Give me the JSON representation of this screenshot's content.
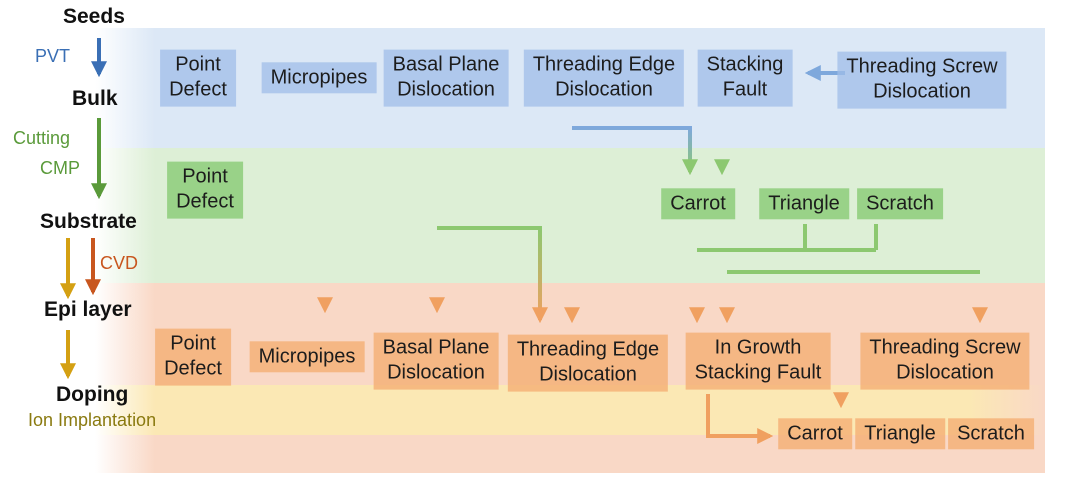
{
  "stages": {
    "seeds": "Seeds",
    "bulk": "Bulk",
    "substrate": "Substrate",
    "epi": "Epi layer",
    "doping": "Doping"
  },
  "processes": {
    "pvt": "PVT",
    "cutting": "Cutting",
    "cmp": "CMP",
    "cvd": "CVD",
    "ion": "Ion Implantation"
  },
  "bulk_defects": {
    "point_defect": [
      "Point",
      "Defect"
    ],
    "micropipes": "Micropipes",
    "basal_plane": [
      "Basal Plane",
      "Dislocation"
    ],
    "threading_edge": [
      "Threading Edge",
      "Dislocation"
    ],
    "stacking_fault": [
      "Stacking",
      "Fault"
    ],
    "threading_screw": [
      "Threading Screw",
      "Dislocation"
    ]
  },
  "substrate_defects": {
    "point_defect": [
      "Point",
      "Defect"
    ],
    "carrot": "Carrot",
    "triangle": "Triangle",
    "scratch": "Scratch"
  },
  "epi_defects": {
    "point_defect": [
      "Point",
      "Defect"
    ],
    "micropipes": "Micropipes",
    "basal_plane": [
      "Basal Plane",
      "Dislocation"
    ],
    "threading_edge": [
      "Threading Edge",
      "Dislocation"
    ],
    "in_growth_sf": [
      "In Growth",
      "Stacking Fault"
    ],
    "threading_screw": [
      "Threading Screw",
      "Dislocation"
    ]
  },
  "epi_surface_defects": {
    "carrot": "Carrot",
    "triangle": "Triangle",
    "scratch": "Scratch"
  },
  "colors": {
    "bulk_band": "#dce8f6",
    "substrate_band": "#ddefd6",
    "epi_band": "#f9d8c6",
    "doping_band": "#fbe8b4",
    "blue_arrow": "#7ea8dc",
    "green_arrow": "#8cc870",
    "orange_arrow": "#f0a060",
    "pvt": "#3a6fb5",
    "cutting_cmp": "#5a9a3a",
    "cvd": "#c8561e",
    "doping_text": "#8a7a10"
  }
}
